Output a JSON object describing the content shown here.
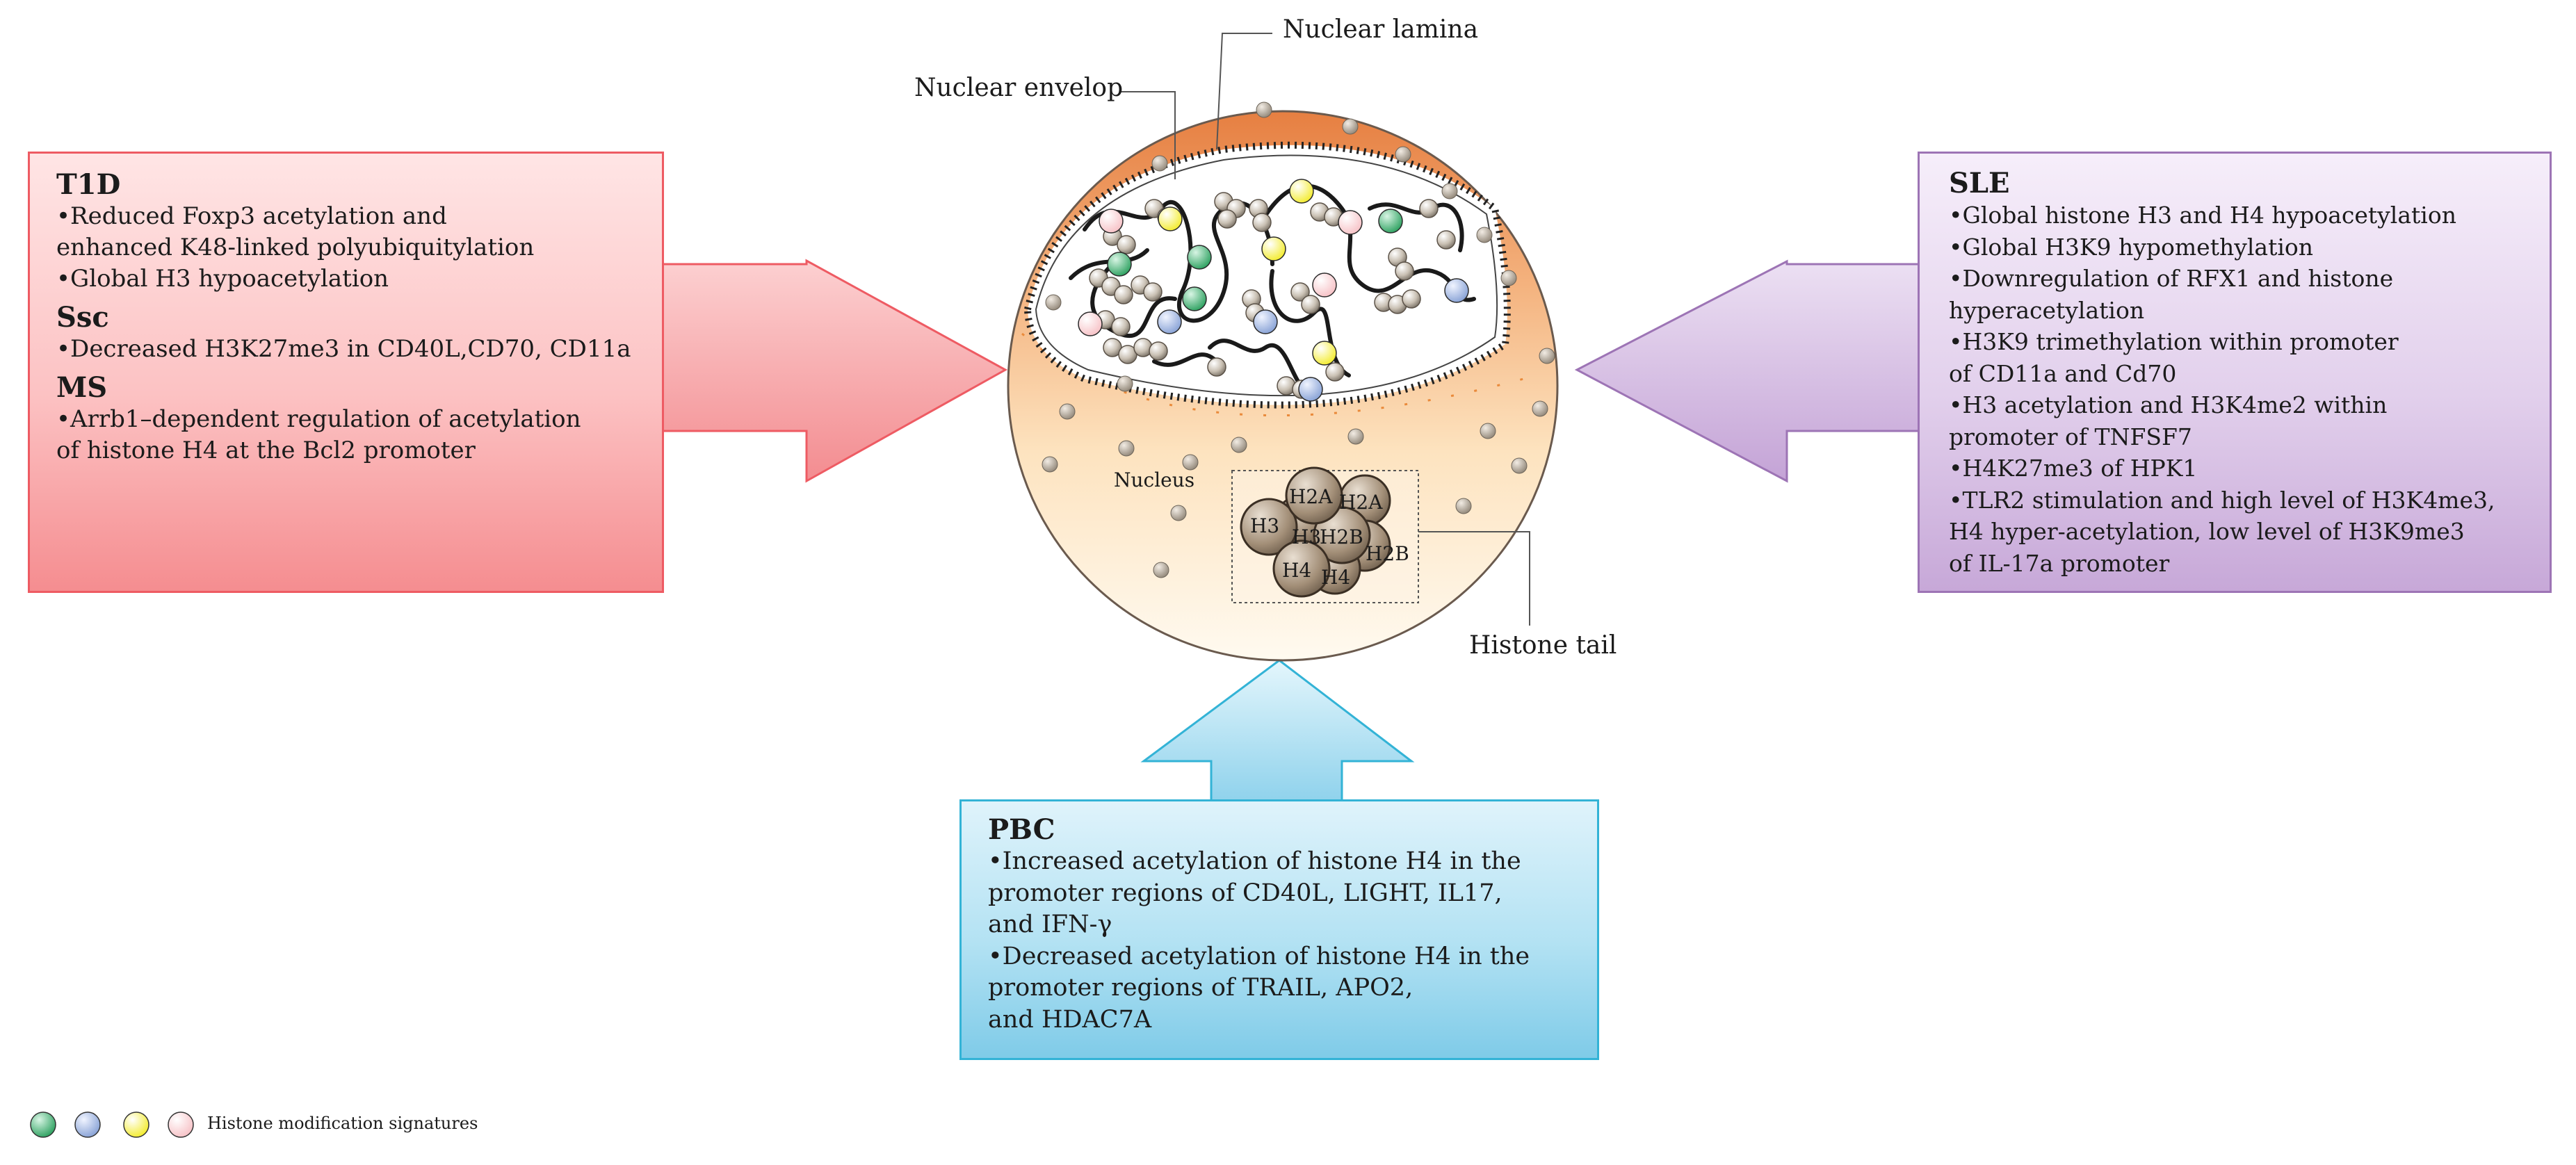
{
  "labels": {
    "nuclear_lamina": "Nuclear lamina",
    "nuclear_envelop": "Nuclear envelop",
    "nucleus": "Nucleus",
    "histone_tail": "Histone tail"
  },
  "histones": [
    "H2A",
    "H2A",
    "H3",
    "H3",
    "H2B",
    "H2B",
    "H4",
    "H4"
  ],
  "panels": {
    "t1d": {
      "title": "T1D",
      "lines": [
        "•Reduced Foxp3 acetylation and",
        "enhanced K48-linked polyubiquitylation",
        "•Global H3 hypoacetylation"
      ]
    },
    "ssc": {
      "title": "Ssc",
      "lines": [
        "•Decreased H3K27me3 in CD40L,CD70, CD11a"
      ]
    },
    "ms": {
      "title": "MS",
      "lines": [
        "•Arrb1–dependent regulation of acetylation",
        "of  histone H4 at the Bcl2 promoter"
      ]
    },
    "sle": {
      "title": "SLE",
      "lines": [
        "•Global histone H3 and H4 hypoacetylation",
        "•Global H3K9 hypomethylation",
        "•Downregulation of RFX1 and histone",
        "hyperacetylation",
        "•H3K9 trimethylation within promoter",
        "of CD11a and Cd70",
        "•H3 acetylation and H3K4me2 within",
        "promoter of TNFSF7",
        "•H4K27me3 of HPK1",
        "•TLR2 stimulation and high level of H3K4me3,",
        "H4 hyper-acetylation, low level of H3K9me3",
        "of IL-17a promoter"
      ]
    },
    "pbc": {
      "title": "PBC",
      "lines": [
        "•Increased acetylation of histone H4 in the",
        "promoter regions of CD40L, LIGHT, IL17,",
        "and IFN-γ",
        "•Decreased acetylation of histone H4 in the",
        "promoter regions of TRAIL, APO2,",
        "and HDAC7A"
      ]
    }
  },
  "legend": {
    "label": "Histone modification signatures",
    "marker_colors": [
      "#1f9a55",
      "#8ea8d8",
      "#f2ea1c",
      "#f6c4c8"
    ]
  },
  "colors": {
    "t1d_arrow": "#f7a3a6",
    "sle_arrow": "#d3bde2",
    "pbc_arrow": "#9bd8ee",
    "nucleus_top": "#ea8a4c",
    "nucleus_bottom": "#fff3dc"
  }
}
